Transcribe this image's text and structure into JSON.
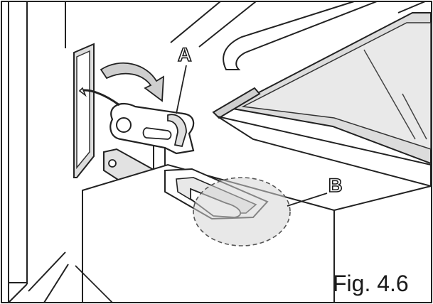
{
  "figure": {
    "caption": "Fig. 4.6",
    "labels": {
      "a": "A",
      "b": "B"
    }
  }
}
